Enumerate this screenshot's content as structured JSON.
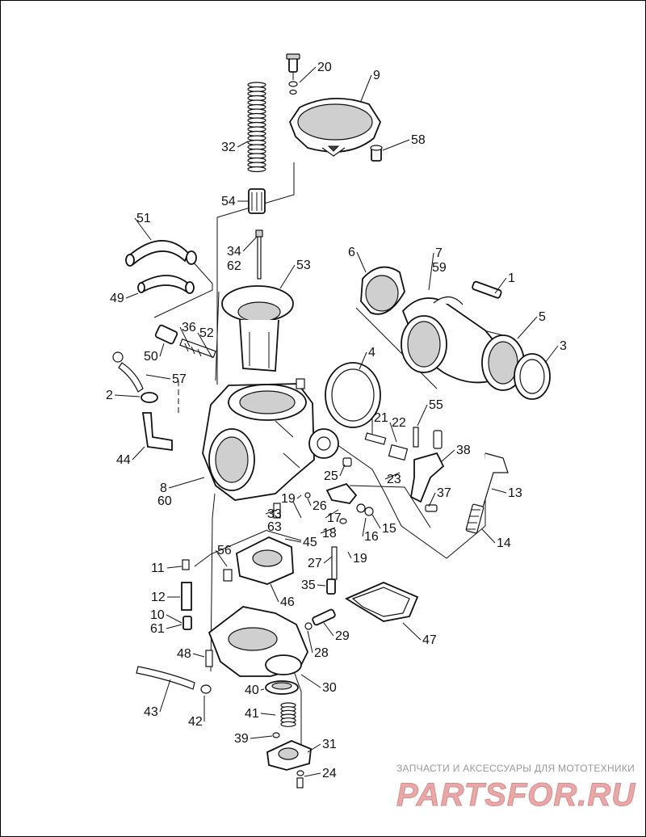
{
  "diagram": {
    "callouts": [
      "20",
      "9",
      "58",
      "32",
      "54",
      "51",
      "34",
      "62",
      "53",
      "6",
      "7",
      "59",
      "1",
      "49",
      "5",
      "3",
      "36",
      "52",
      "50",
      "4",
      "57",
      "2",
      "55",
      "21",
      "22",
      "38",
      "44",
      "23",
      "25",
      "8",
      "60",
      "19",
      "26",
      "37",
      "13",
      "33",
      "63",
      "17",
      "16",
      "15",
      "18",
      "14",
      "45",
      "19",
      "27",
      "11",
      "56",
      "35",
      "12",
      "46",
      "10",
      "61",
      "47",
      "29",
      "48",
      "28",
      "30",
      "40",
      "43",
      "41",
      "42",
      "39",
      "31",
      "24"
    ]
  },
  "watermark": {
    "caption": "ЗАПЧАСТИ И АКСЕССУАРЫ ДЛЯ МОТОТЕХНИКИ",
    "logo": "PARTSFOR.RU"
  }
}
